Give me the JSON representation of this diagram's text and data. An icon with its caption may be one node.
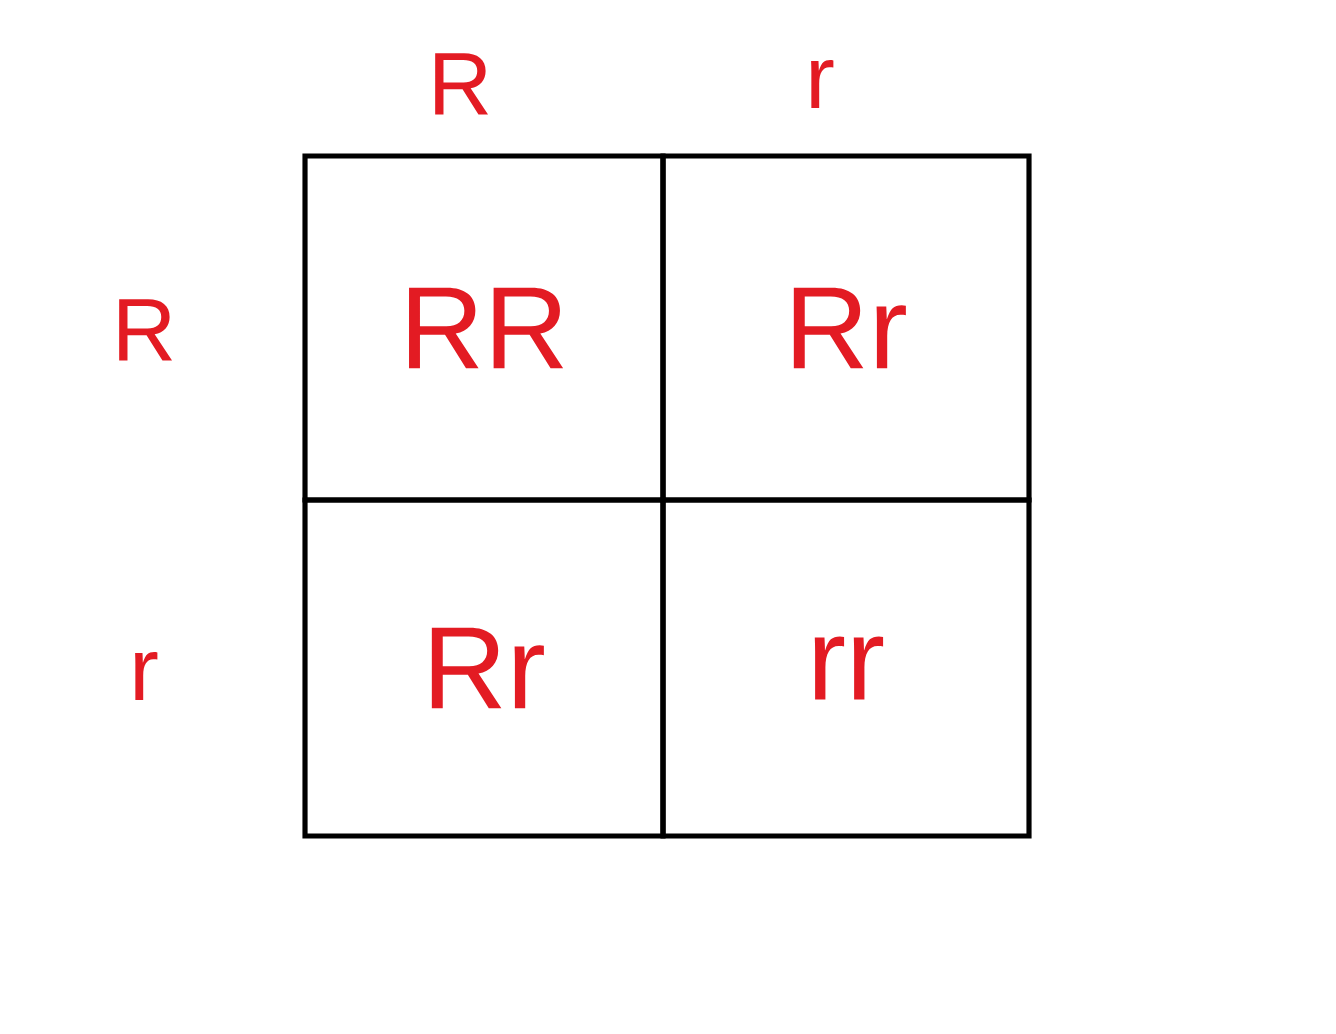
{
  "diagram": {
    "labels": [
      "R",
      "r",
      "R",
      "RR",
      "Rr",
      "r",
      "Rr",
      "rr"
    ]
  }
}
